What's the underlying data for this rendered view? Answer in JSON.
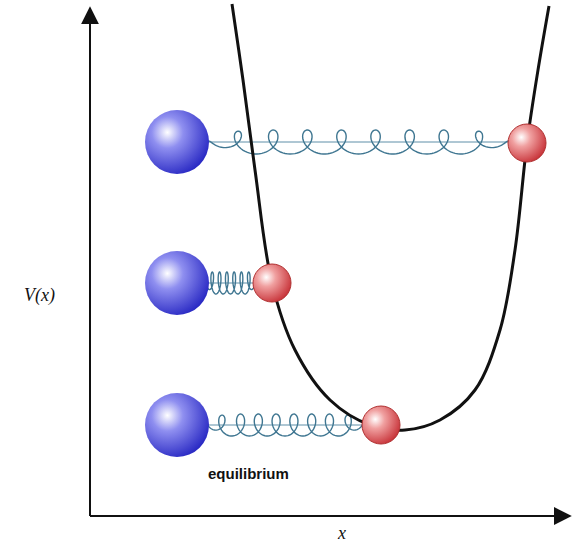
{
  "diagram": {
    "labels": [
      "V(x)",
      "equilibrium",
      "x"
    ]
  }
}
